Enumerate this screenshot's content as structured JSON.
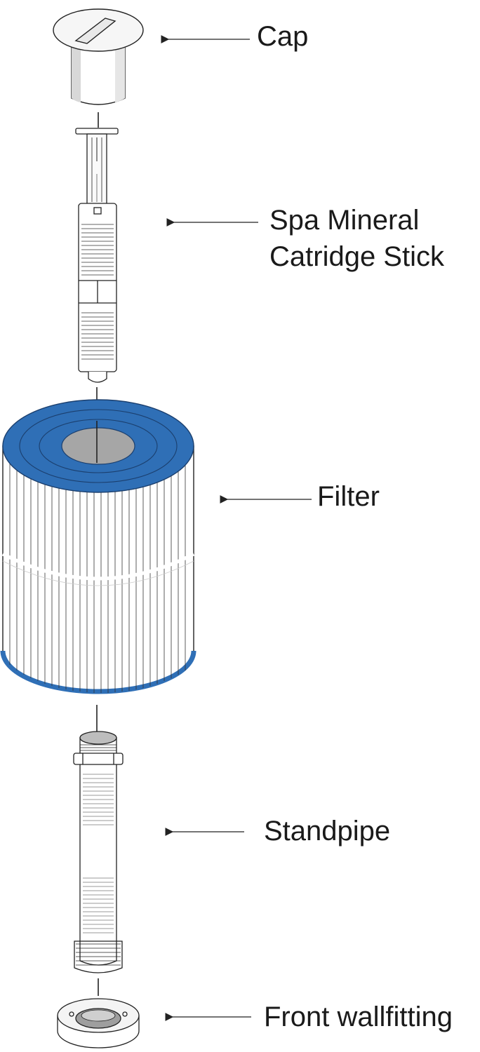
{
  "colors": {
    "filter_cap_blue": "#2f6fb6",
    "filter_core_gray": "#a6a6a6",
    "outline": "#222222",
    "part_fill": "#ffffff"
  },
  "parts": [
    {
      "id": "cap",
      "label": "Cap"
    },
    {
      "id": "mineral-stick",
      "label_lines": [
        "Spa Mineral",
        "Catridge Stick"
      ]
    },
    {
      "id": "filter",
      "label": "Filter"
    },
    {
      "id": "standpipe",
      "label": "Standpipe"
    },
    {
      "id": "front-wallfitting",
      "label": "Front wallfitting"
    }
  ]
}
